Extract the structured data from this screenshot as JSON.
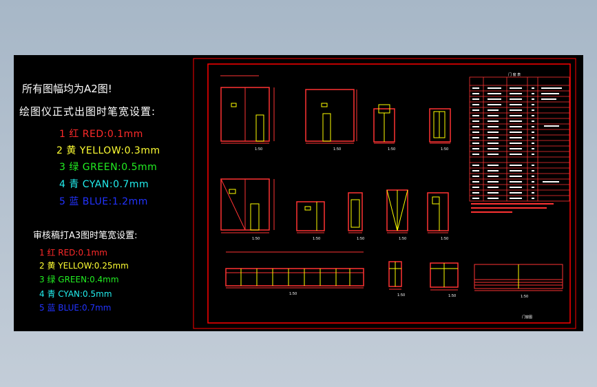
{
  "notes": {
    "title1": "所有图幅均为A2图!",
    "title2": "绘图仪正式出图时笔宽设置:",
    "pens_a2": [
      {
        "label": "1 红 RED:0.1mm",
        "color": "#ff2a2a"
      },
      {
        "label": "2 黄 YELLOW:0.3mm",
        "color": "#ffff33"
      },
      {
        "label": "3 绿 GREEN:0.5mm",
        "color": "#22ee22"
      },
      {
        "label": "4 青 CYAN:0.7mm",
        "color": "#22eeee"
      },
      {
        "label": "5 蓝 BLUE:1.2mm",
        "color": "#2233ff"
      }
    ],
    "title3": "审核稿打A3图时笔宽设置:",
    "pens_a3": [
      {
        "label": "1 红 RED:0.1mm",
        "color": "#ff2a2a"
      },
      {
        "label": "2 黄 YELLOW:0.25mm",
        "color": "#ffff33"
      },
      {
        "label": "3 绿 GREEN:0.4mm",
        "color": "#22ee22"
      },
      {
        "label": "4 青 CYAN:0.5mm",
        "color": "#22eeee"
      },
      {
        "label": "5 蓝 BLUE:0.7mm",
        "color": "#2233ff"
      }
    ]
  },
  "drawing": {
    "table_title": "门 窗 表",
    "elevation_scale": "1:50",
    "sheet_caption": "门窗图"
  },
  "colors": {
    "background_outer": "#b4c2d0",
    "canvas": "#000000",
    "frame_red": "#ff0000",
    "line_yellow": "#ffff00",
    "text_white": "#ffffff"
  }
}
